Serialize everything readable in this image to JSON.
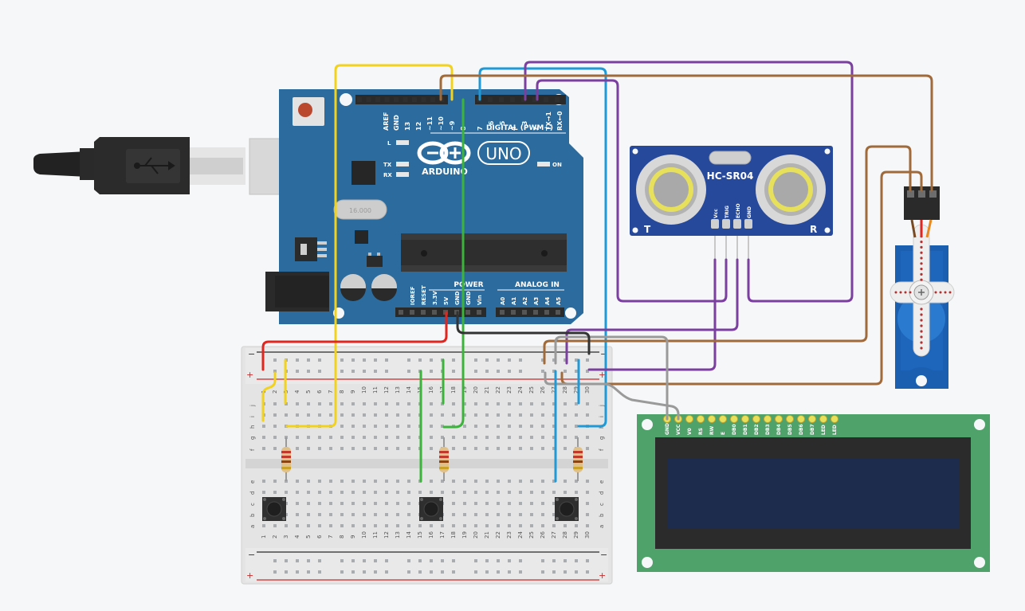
{
  "arduino": {
    "top_header_labels": [
      "AREF",
      "GND",
      "13",
      "12",
      "~11",
      "~10",
      "~9",
      "8",
      "7",
      "~6",
      "~5",
      "4",
      "~3",
      "2",
      "TX→1",
      "RX←0"
    ],
    "digital_label": "DIGITAL (PWM~)",
    "brand": "ARDUINO",
    "model": "UNO",
    "led_l": "L",
    "led_tx": "TX",
    "led_rx": "RX",
    "led_on": "ON",
    "crystal": "16.000",
    "power_label": "POWER",
    "analog_label": "ANALOG IN",
    "power_pins": [
      "IOREF",
      "RESET",
      "3.3V",
      "5V",
      "GND",
      "GND",
      "Vin"
    ],
    "analog_pins": [
      "A0",
      "A1",
      "A2",
      "A3",
      "A4",
      "A5"
    ]
  },
  "sensor": {
    "name": "HC-SR04",
    "pins": [
      "Vcc",
      "TRIG",
      "ECHO",
      "GND"
    ],
    "left_mark": "T",
    "right_mark": "R"
  },
  "lcd": {
    "pins": [
      "GND",
      "VCC",
      "V0",
      "RS",
      "RW",
      "E",
      "DB0",
      "DB1",
      "DB2",
      "DB3",
      "DB4",
      "DB5",
      "DB6",
      "DB7",
      "LED",
      "LED"
    ]
  },
  "breadboard": {
    "minus": "−",
    "plus": "+",
    "row_letters_top": [
      "j",
      "i",
      "h",
      "g",
      "f"
    ],
    "row_letters_bottom": [
      "e",
      "d",
      "c",
      "b",
      "a"
    ],
    "columns": [
      "1",
      "2",
      "3",
      "4",
      "5",
      "6",
      "7",
      "8",
      "9",
      "10",
      "11",
      "12",
      "13",
      "14",
      "15",
      "16",
      "17",
      "18",
      "19",
      "20",
      "21",
      "22",
      "23",
      "24",
      "25",
      "26",
      "27",
      "28",
      "29",
      "30"
    ]
  },
  "colors": {
    "board": "#2b6b9e",
    "breadboard": "#e4e4e4",
    "lcd_board": "#4fa26a",
    "lcd_screen": "#1d2b4c",
    "sensor": "#27499b",
    "servo": "#1b5fb0",
    "wire_red": "#e0261f",
    "wire_yellow": "#f2d21c",
    "wire_green": "#3cb43c",
    "wire_blue": "#1f9ad6",
    "wire_purple": "#7b3fa0",
    "wire_brown": "#a06a3a",
    "wire_black": "#333333",
    "wire_gray": "#9a9a9a"
  }
}
